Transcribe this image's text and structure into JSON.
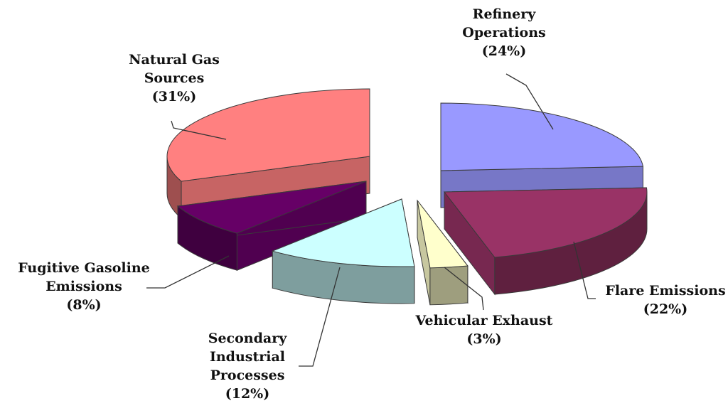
{
  "chart_data": {
    "type": "pie",
    "variant": "3d-exploded",
    "title": "",
    "slices": [
      {
        "label_lines": [
          "Refinery",
          "Operations",
          "(24%)"
        ],
        "value": 24,
        "color": "#9999ff"
      },
      {
        "label_lines": [
          "Flare Emissions",
          "(22%)"
        ],
        "value": 22,
        "color": "#993366"
      },
      {
        "label_lines": [
          "Vehicular Exhaust",
          "(3%)"
        ],
        "value": 3,
        "color": "#ffffcc"
      },
      {
        "label_lines": [
          "Secondary",
          "Industrial",
          "Processes",
          "(12%)"
        ],
        "value": 12,
        "color": "#ccffff"
      },
      {
        "label_lines": [
          "Fugitive Gasoline",
          "Emissions",
          "(8%)"
        ],
        "value": 8,
        "color": "#660066"
      },
      {
        "label_lines": [
          "Natural Gas",
          "Sources",
          "(31%)"
        ],
        "value": 31,
        "color": "#ff8080"
      }
    ]
  }
}
